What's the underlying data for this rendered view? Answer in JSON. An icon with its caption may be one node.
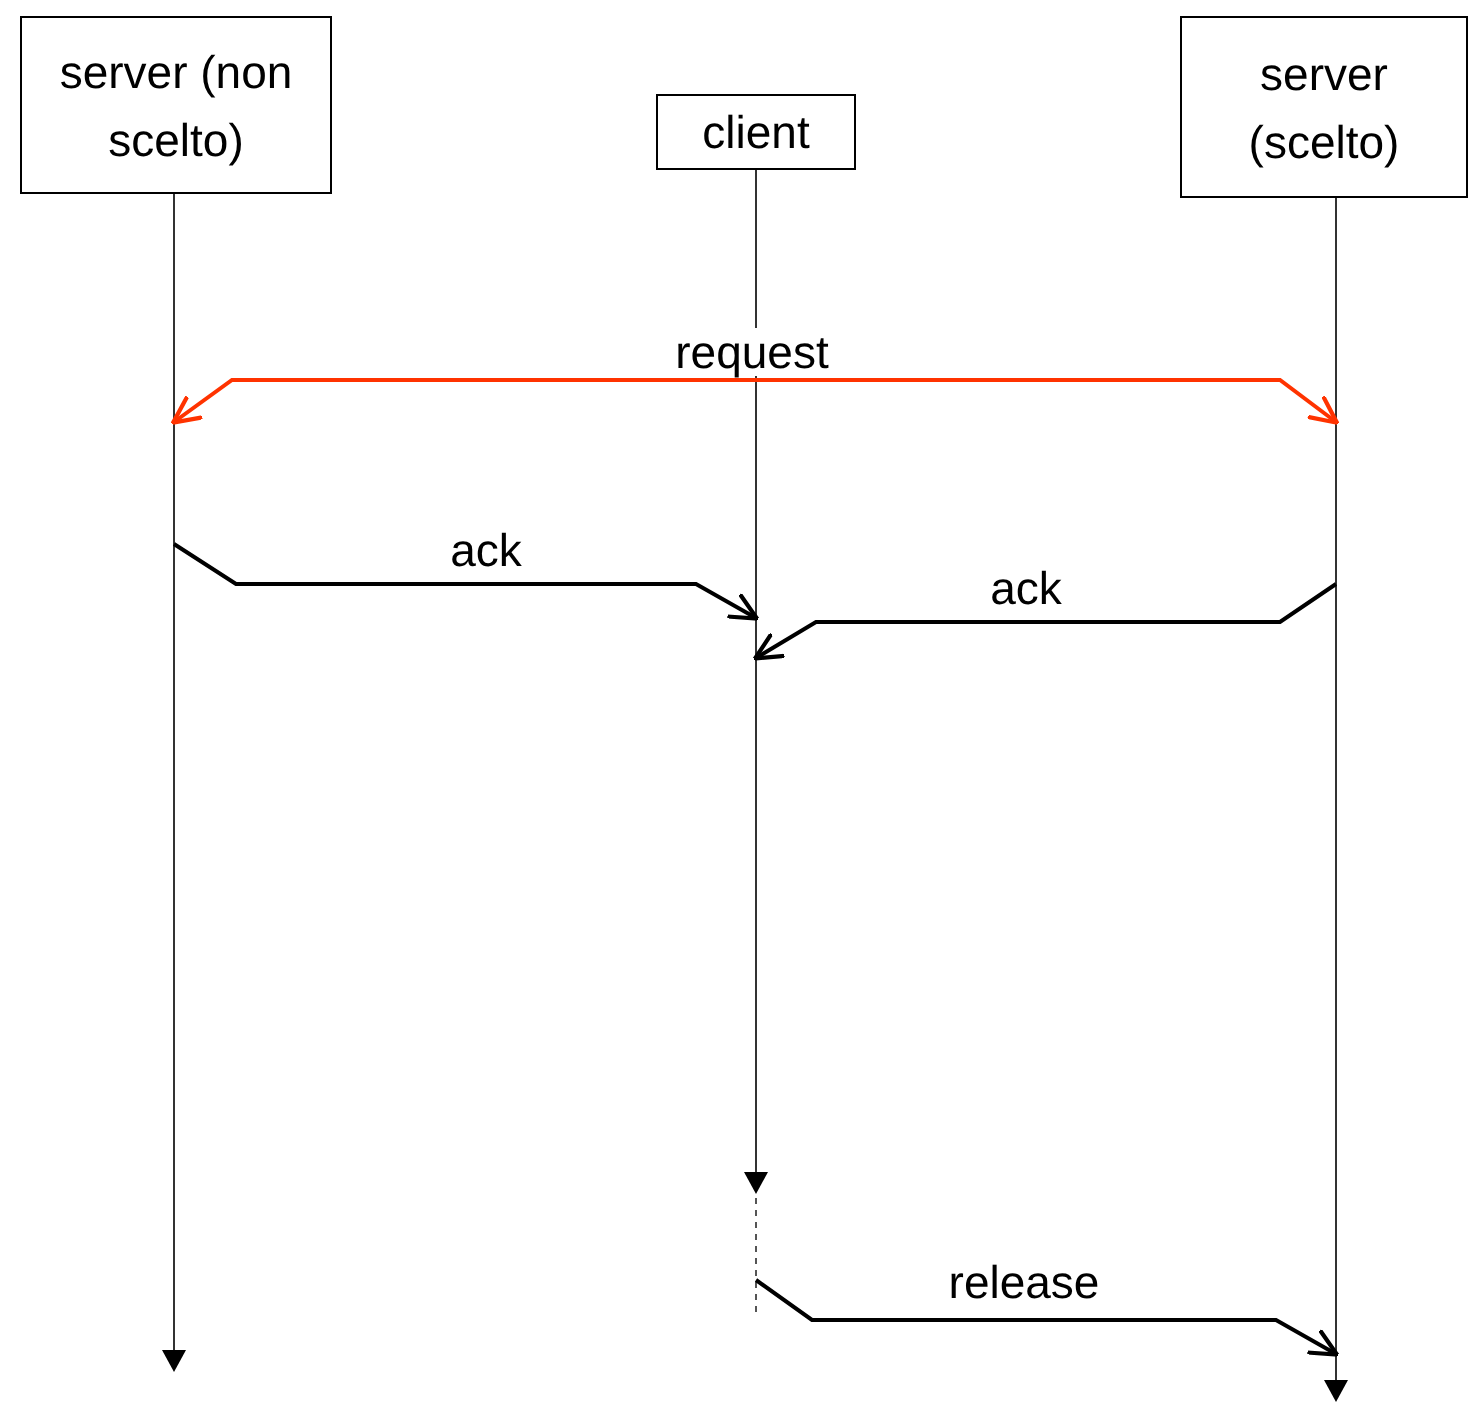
{
  "diagram": {
    "nodes": [
      {
        "text": [
          "server (non scelto)"
        ]
      },
      {
        "text": [
          "client"
        ]
      },
      {
        "text": [
          "server (scelto)"
        ]
      }
    ],
    "edges": [
      {
        "from": 1,
        "to": 0,
        "arrow": "to",
        "label": "request",
        "color": "#ff3300"
      },
      {
        "from": 1,
        "to": 2,
        "arrow": "to",
        "color": "#ff3300"
      },
      {
        "from": 0,
        "to": 1,
        "arrow": "to",
        "label": "ack"
      },
      {
        "from": 2,
        "to": 1,
        "arrow": "to",
        "label": "ack"
      },
      {
        "from": 1,
        "to": 2,
        "arrow": "to",
        "label": "release"
      }
    ]
  }
}
